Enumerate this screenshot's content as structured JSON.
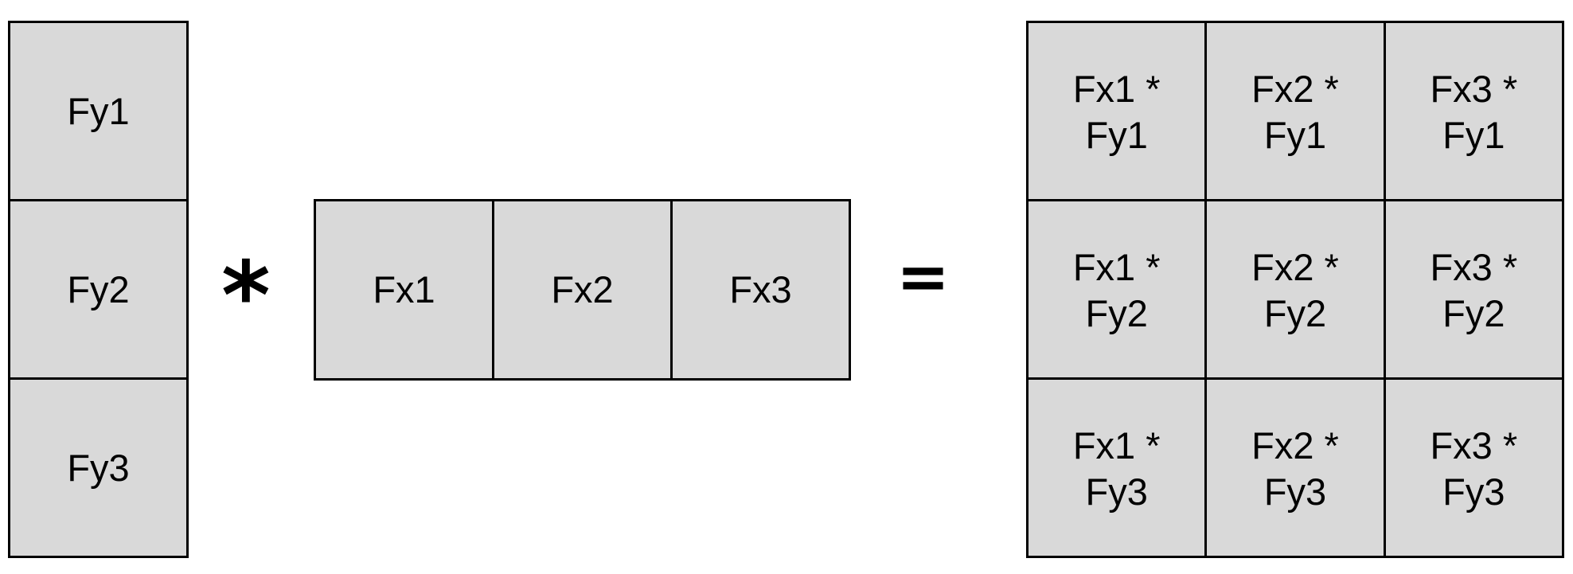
{
  "column_vector": {
    "cells": [
      "Fy1",
      "Fy2",
      "Fy3"
    ]
  },
  "operators": {
    "multiply": "*",
    "equals": "="
  },
  "row_vector": {
    "cells": [
      "Fx1",
      "Fx2",
      "Fx3"
    ]
  },
  "result_matrix": {
    "rows": [
      [
        "Fx1 *\nFy1",
        "Fx2 *\nFy1",
        "Fx3 *\nFy1"
      ],
      [
        "Fx1 *\nFy2",
        "Fx2 *\nFy2",
        "Fx3 *\nFy2"
      ],
      [
        "Fx1 *\nFy3",
        "Fx2 *\nFy3",
        "Fx3 *\nFy3"
      ]
    ]
  },
  "colors": {
    "cell_fill": "#d9d9d9",
    "border": "#000000"
  }
}
